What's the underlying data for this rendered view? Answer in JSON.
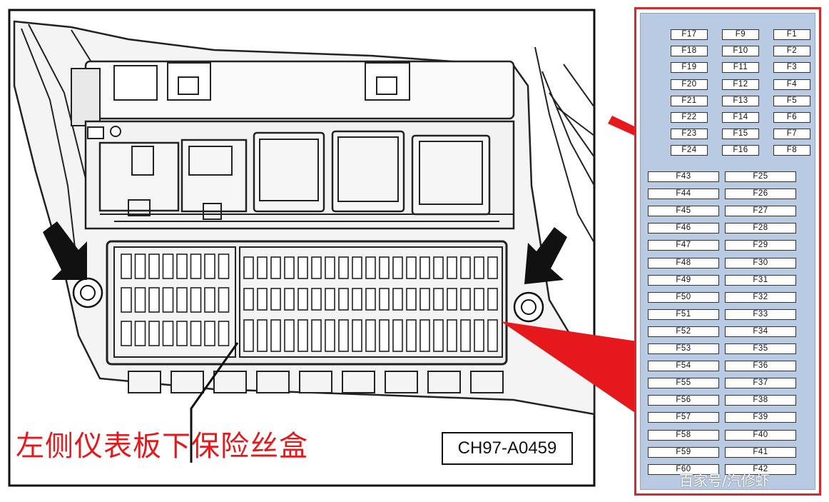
{
  "caption": "左侧仪表板下保险丝盒",
  "diagram_code": "CH97-A0459",
  "watermark": "百家号/汽修虾",
  "colors": {
    "highlight": "#e5191c",
    "panel_bg": "#b8cbe2",
    "panel_border": "#d42a2a"
  },
  "fuse_panel": {
    "top_group": {
      "left": [
        "F17",
        "F18",
        "F19",
        "F20",
        "F21",
        "F22",
        "F23",
        "F24"
      ],
      "middle": [
        "F9",
        "F10",
        "F11",
        "F12",
        "F13",
        "F14",
        "F15",
        "F16"
      ],
      "right": [
        "F1",
        "F2",
        "F3",
        "F4",
        "F5",
        "F6",
        "F7",
        "F8"
      ]
    },
    "bottom_group": {
      "left": [
        "F43",
        "F44",
        "F45",
        "F46",
        "F47",
        "F48",
        "F49",
        "F50",
        "F51",
        "F52",
        "F53",
        "F54",
        "F55",
        "F56",
        "F57",
        "F58",
        "F59",
        "F60"
      ],
      "right": [
        "F25",
        "F26",
        "F27",
        "F28",
        "F29",
        "F30",
        "F31",
        "F32",
        "F33",
        "F34",
        "F35",
        "F36",
        "F37",
        "F38",
        "F39",
        "F40",
        "F41",
        "F42"
      ]
    }
  }
}
